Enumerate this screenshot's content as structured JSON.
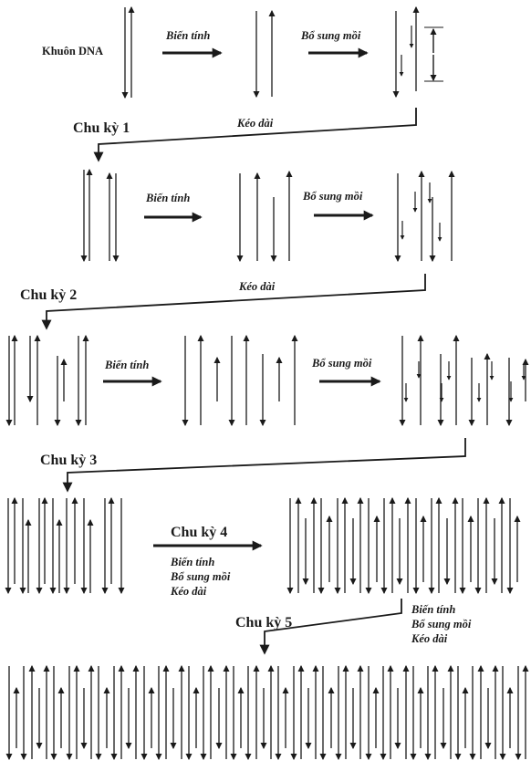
{
  "template_label": "Khuôn DNA",
  "steps": {
    "denature": "Biến tính",
    "anneal": "Bổ sung mồi",
    "extend": "Kéo dài"
  },
  "cycles": {
    "c1": "Chu kỳ 1",
    "c2": "Chu kỳ 2",
    "c3": "Chu kỳ 3",
    "c4": "Chu kỳ 4",
    "c5": "Chu kỳ 5"
  },
  "colors": {
    "line": "#1a1a1a",
    "background": "#ffffff"
  }
}
